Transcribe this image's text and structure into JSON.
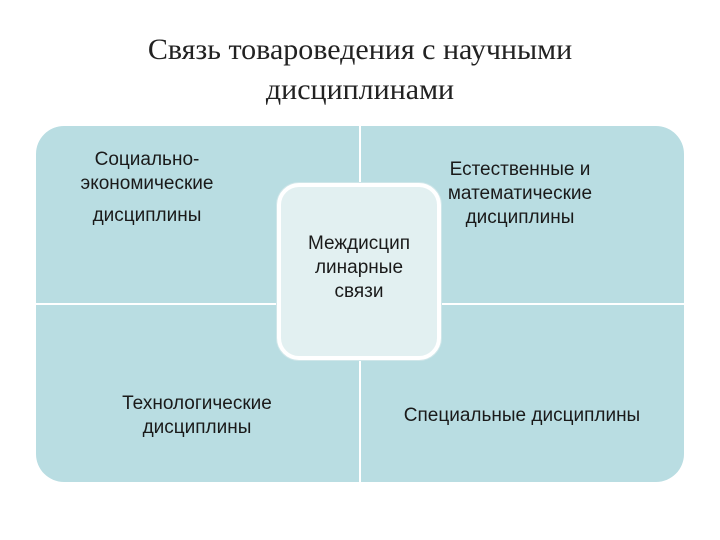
{
  "title": {
    "line1": "Связь товароведения с научными",
    "line2": "дисциплинами"
  },
  "quadrants": {
    "top_left": [
      "Социально-",
      "экономические",
      "дисциплины"
    ],
    "top_right": [
      "Естественные и",
      "математические",
      "дисциплины"
    ],
    "bottom_left": [
      "Технологические",
      "дисциплины"
    ],
    "bottom_right": [
      "Специальные дисциплины"
    ]
  },
  "center": [
    "Междисцип",
    "линарные",
    "связи"
  ],
  "colors": {
    "quadrant_fill": "#b9dde2",
    "center_fill": "#e2f0f1",
    "divider": "#ffffff",
    "text": "#1a1a1a"
  }
}
